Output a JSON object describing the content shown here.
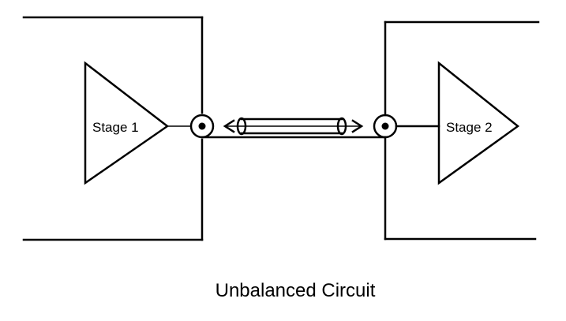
{
  "stage1": {
    "label": "Stage 1"
  },
  "stage2": {
    "label": "Stage 2"
  },
  "caption": "Unbalanced Circuit",
  "colors": {
    "line": "#000000",
    "background": "#ffffff"
  }
}
